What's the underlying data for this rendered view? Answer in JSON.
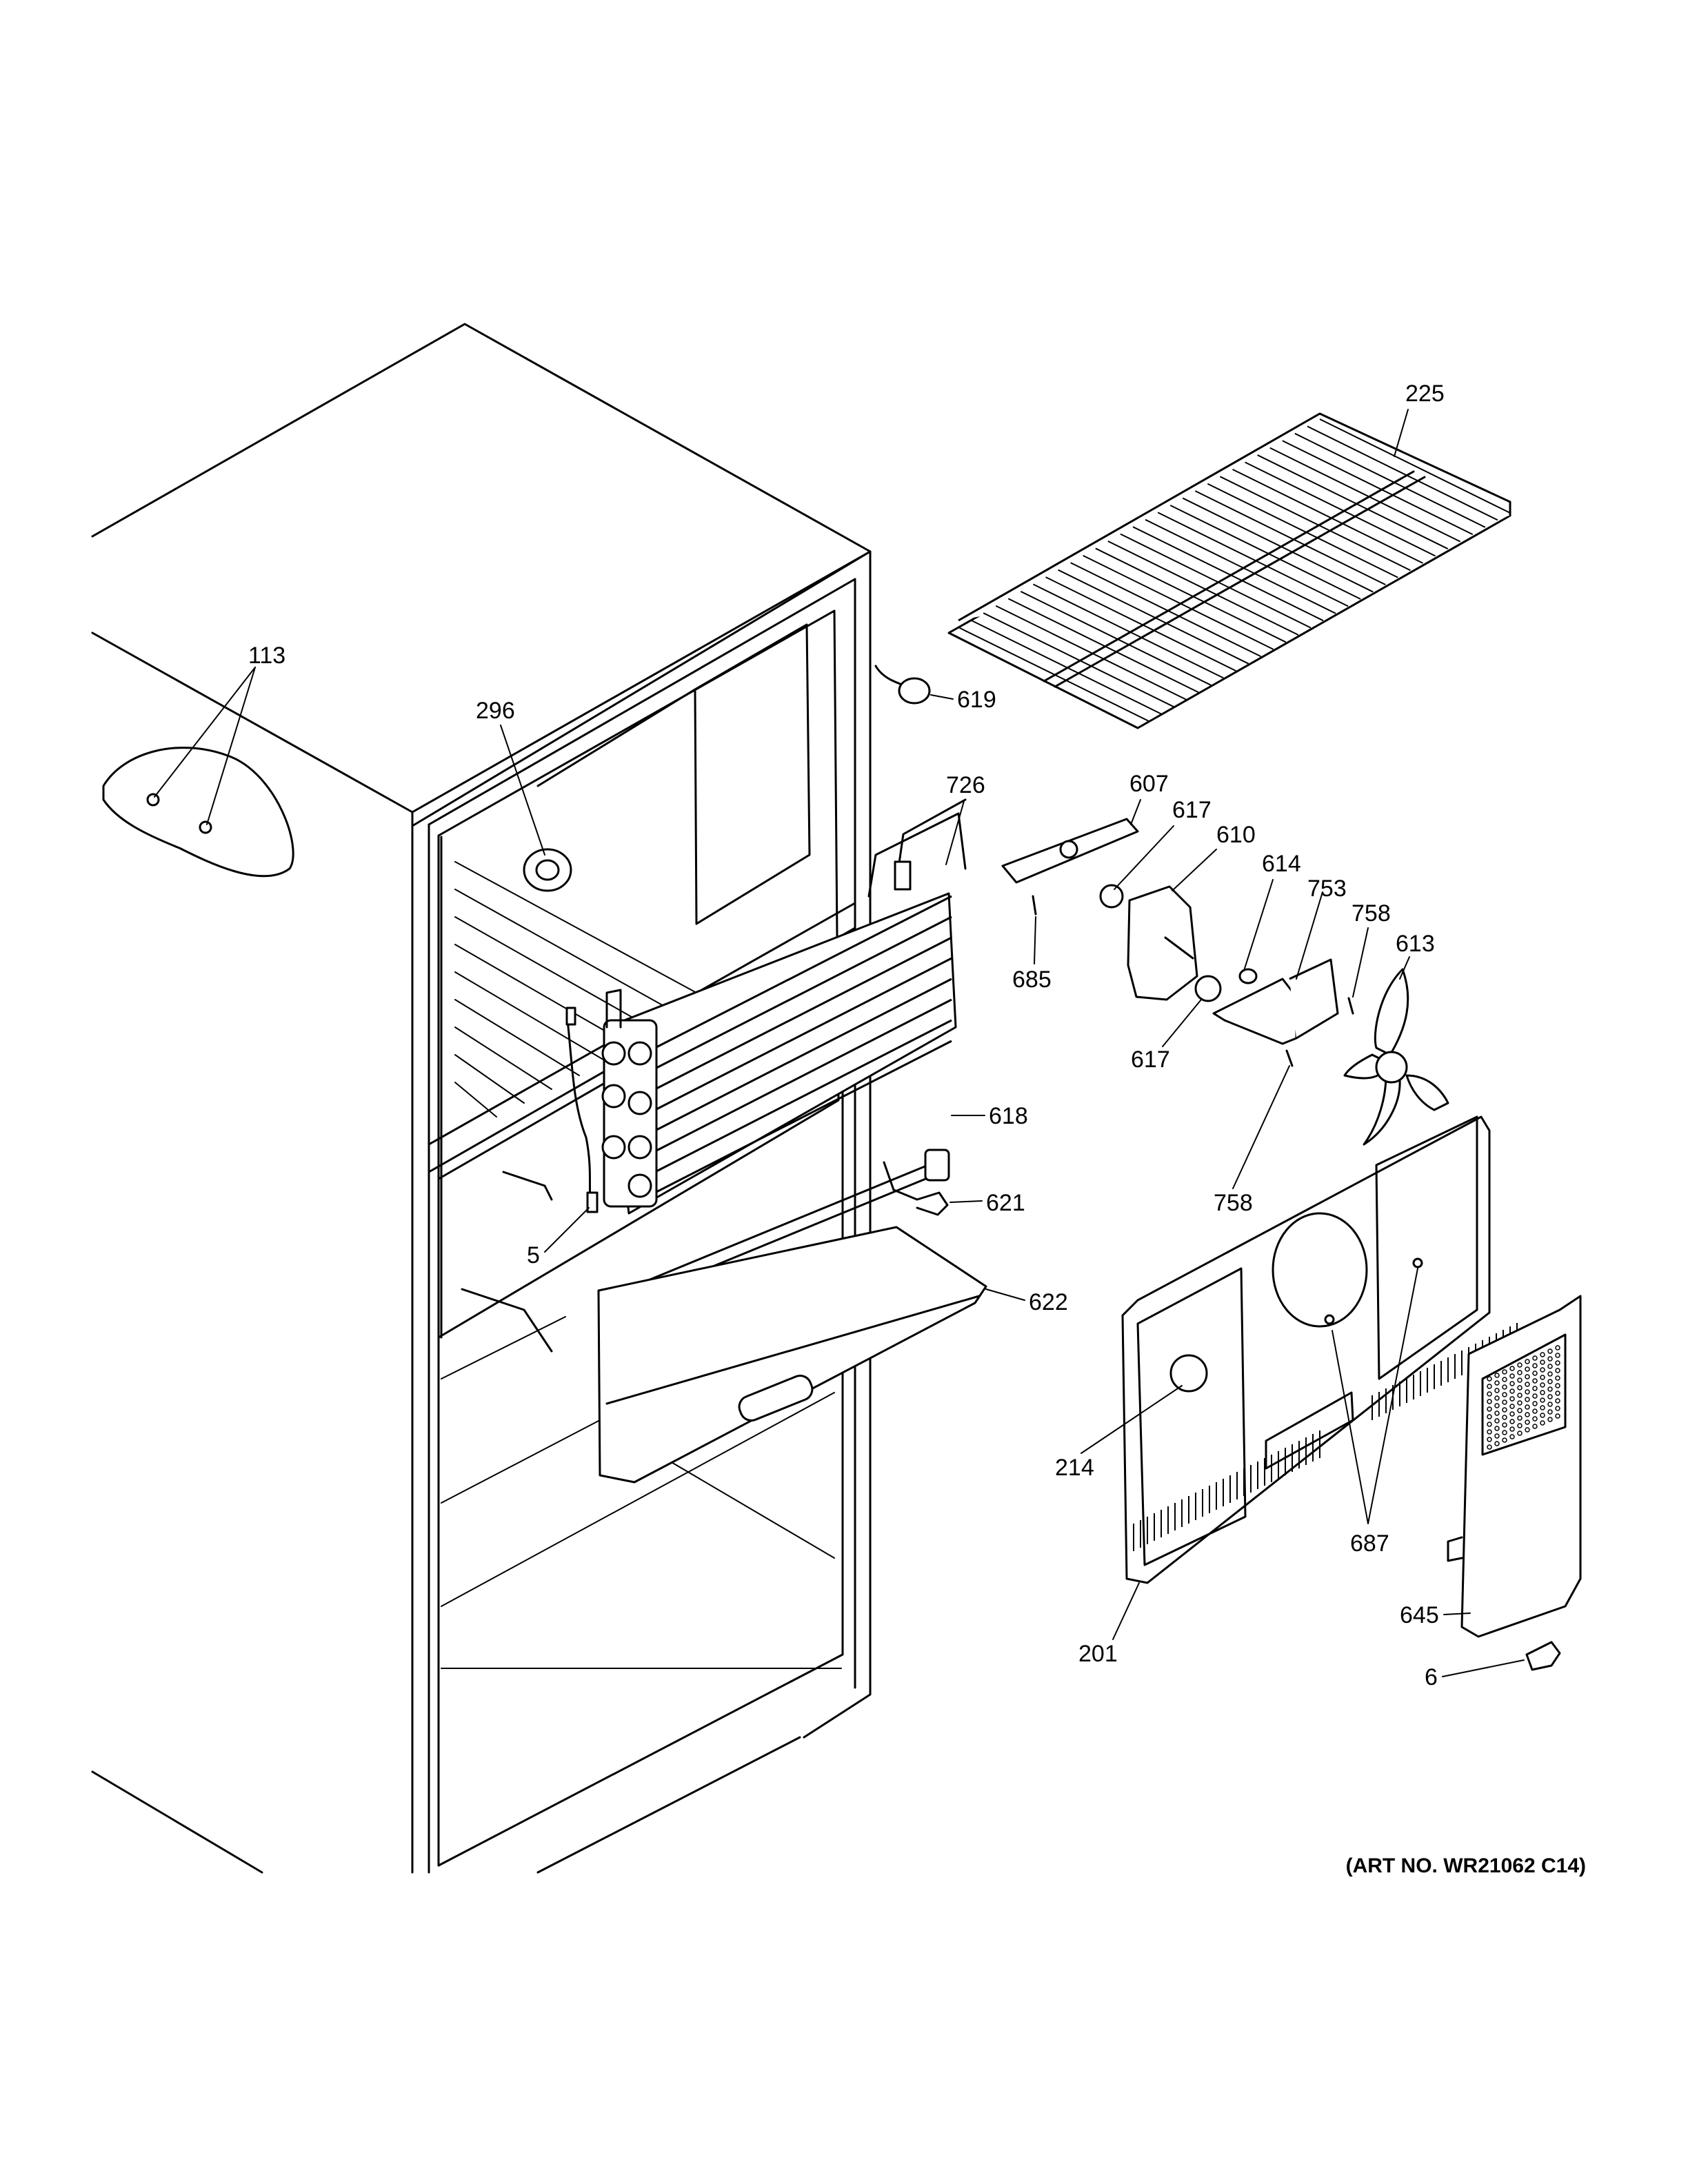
{
  "callouts": [
    {
      "id": "113",
      "text": "113"
    },
    {
      "id": "225",
      "text": "225"
    },
    {
      "id": "296",
      "text": "296"
    },
    {
      "id": "619",
      "text": "619"
    },
    {
      "id": "726",
      "text": "726"
    },
    {
      "id": "607",
      "text": "607"
    },
    {
      "id": "617a",
      "text": "617"
    },
    {
      "id": "610",
      "text": "610"
    },
    {
      "id": "614",
      "text": "614"
    },
    {
      "id": "753",
      "text": "753"
    },
    {
      "id": "758a",
      "text": "758"
    },
    {
      "id": "613",
      "text": "613"
    },
    {
      "id": "685",
      "text": "685"
    },
    {
      "id": "617b",
      "text": "617"
    },
    {
      "id": "758b",
      "text": "758"
    },
    {
      "id": "618",
      "text": "618"
    },
    {
      "id": "621",
      "text": "621"
    },
    {
      "id": "5",
      "text": "5"
    },
    {
      "id": "622",
      "text": "622"
    },
    {
      "id": "214",
      "text": "214"
    },
    {
      "id": "687",
      "text": "687"
    },
    {
      "id": "201",
      "text": "201"
    },
    {
      "id": "645",
      "text": "645"
    },
    {
      "id": "6",
      "text": "6"
    }
  ],
  "art_number": "(ART NO. WR21062 C14)"
}
